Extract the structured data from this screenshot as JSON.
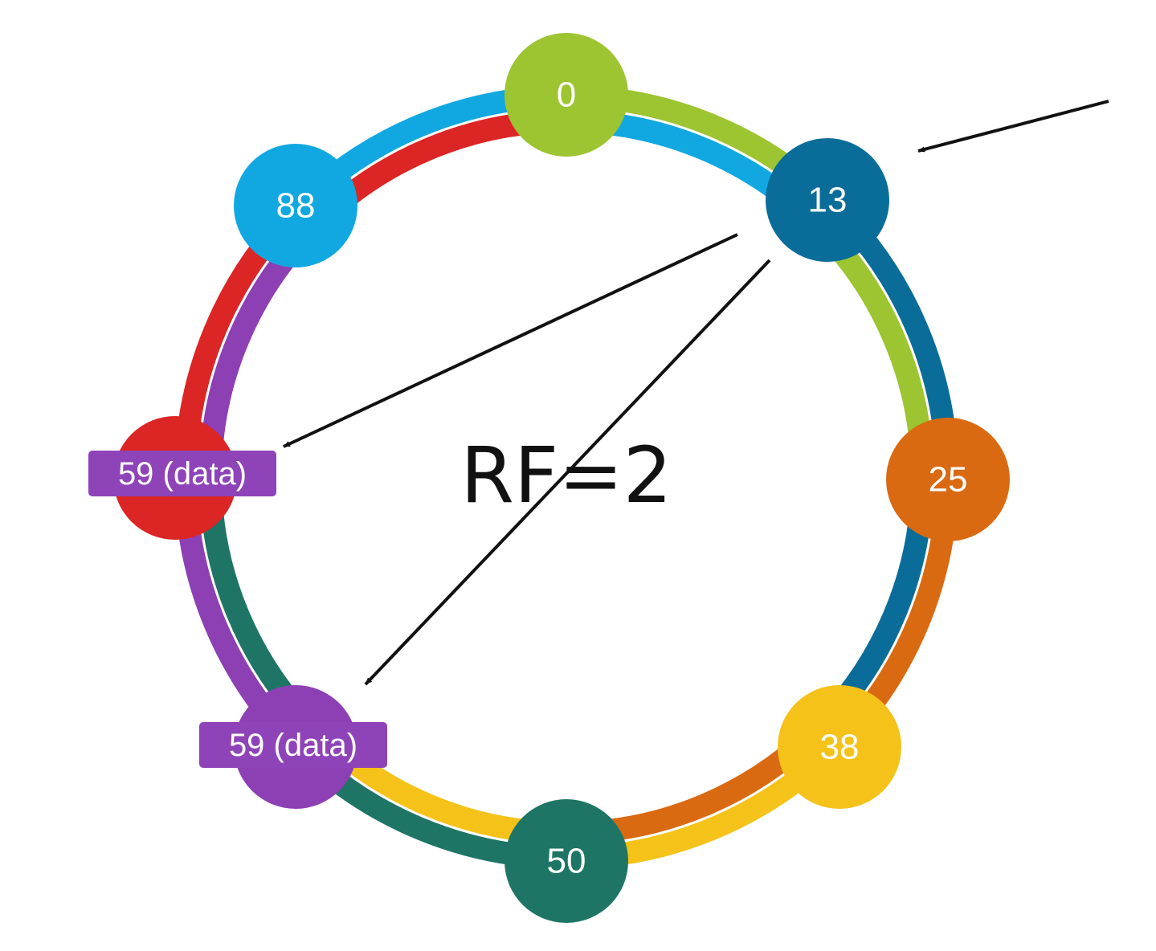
{
  "diagram": {
    "rf_label": "RF=2",
    "colors": {
      "green": "#9DC431",
      "darkblue": "#0A6D99",
      "orange": "#D96A12",
      "yellow": "#F5C21A",
      "teal": "#1E7566",
      "purple": "#8C40B4",
      "red": "#DC2525",
      "skyblue": "#11A8E2",
      "tag": "#8E44B8",
      "arrow": "#111111"
    },
    "nodes": [
      {
        "label": "0",
        "color": "green"
      },
      {
        "label": "13",
        "color": "darkblue"
      },
      {
        "label": "25",
        "color": "orange"
      },
      {
        "label": "38",
        "color": "yellow"
      },
      {
        "label": "50",
        "color": "teal"
      },
      {
        "label": "59",
        "color": "purple"
      },
      {
        "label": "",
        "color": "red"
      },
      {
        "label": "88",
        "color": "skyblue"
      }
    ],
    "data_tags": [
      {
        "label": "59 (data)"
      },
      {
        "label": "59 (data)"
      }
    ]
  }
}
